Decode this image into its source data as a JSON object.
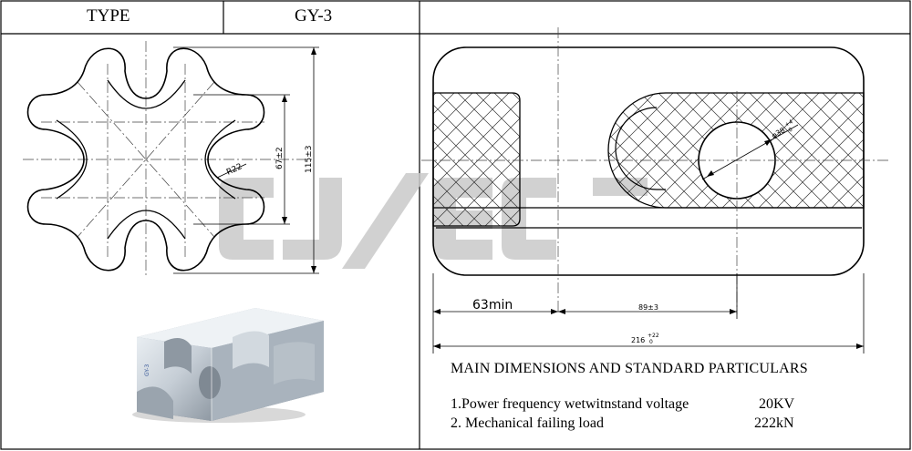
{
  "header": {
    "type_label": "TYPE",
    "model": "GY-3"
  },
  "watermark": {
    "text": "CJ/EC",
    "color": "#c9c9c9"
  },
  "front_view": {
    "dim_radius": "R22",
    "dim_inner_height": "67±2",
    "dim_total_height": "115±3"
  },
  "side_view": {
    "dim_hole": "φ38",
    "dim_hole_tol_upper": "+4",
    "dim_hole_tol_lower": "0",
    "dim_min_length": "63min",
    "dim_center": "89±3",
    "dim_total": "216",
    "dim_total_tol_upper": "+22",
    "dim_total_tol_lower": "0"
  },
  "specs": {
    "title": "MAIN DIMENSIONS AND STANDARD PARTICULARS",
    "items": [
      {
        "label": "1.Power frequency  wetwitnstand voltage",
        "value": "20KV"
      },
      {
        "label": "2. Mechanical failing load",
        "value": "222kN"
      }
    ]
  },
  "photo": {
    "color": "#b8c2cc",
    "marking": "GY-3"
  }
}
